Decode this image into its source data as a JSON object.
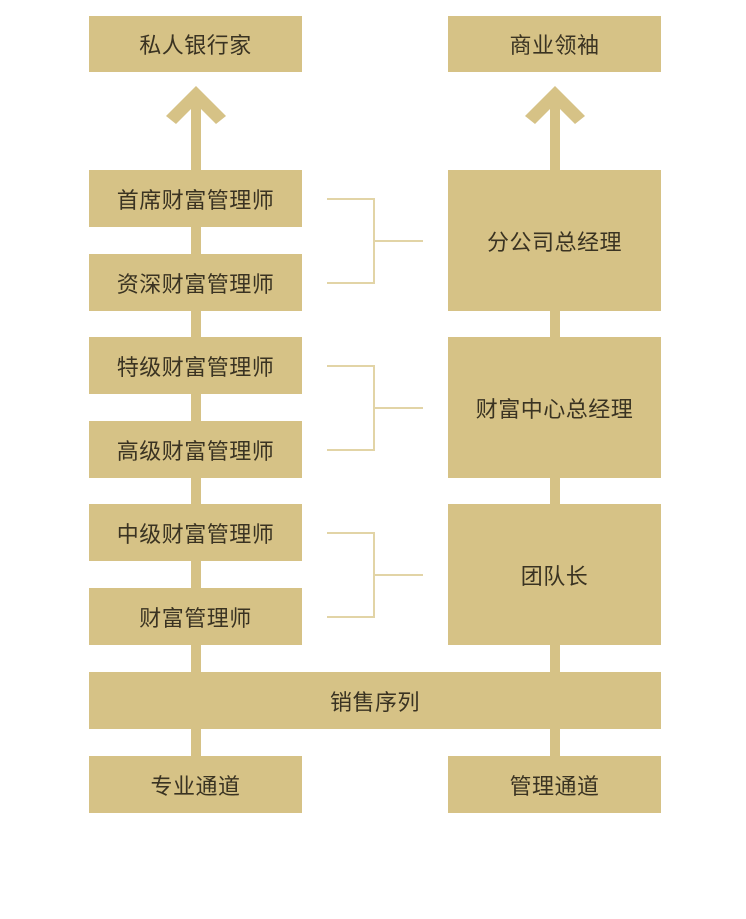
{
  "left_track": {
    "top": "私人银行家",
    "levels": [
      "首席财富管理师",
      "资深财富管理师",
      "特级财富管理师",
      "高级财富管理师",
      "中级财富管理师",
      "财富管理师"
    ],
    "base": "专业通道"
  },
  "right_track": {
    "top": "商业领袖",
    "levels": [
      "分公司总经理",
      "财富中心总经理",
      "团队长"
    ],
    "base": "管理通道"
  },
  "shared": "销售序列",
  "colors": {
    "box": "#d6c286",
    "text": "#3a3322",
    "connector": "#e2d4a6"
  }
}
